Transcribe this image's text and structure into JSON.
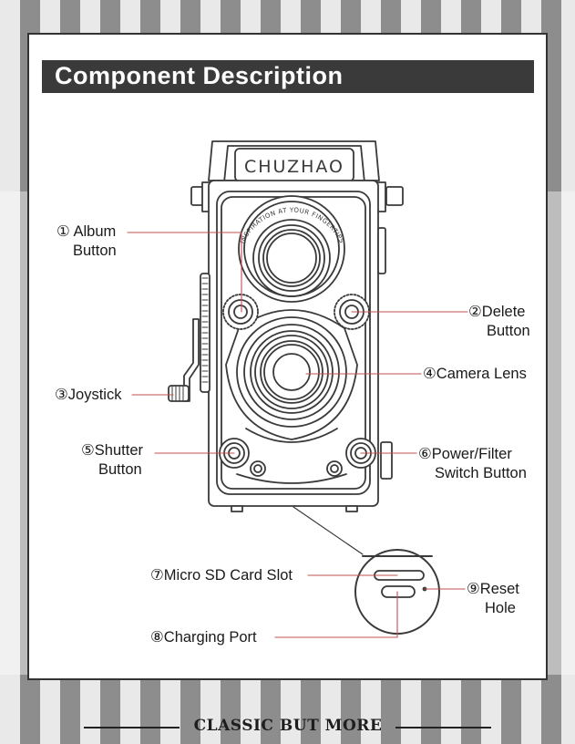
{
  "title": "Component Description",
  "brand": "CHUZHAO",
  "lens_ring_text": "INSPIRATION AT YOUR FINGERTIPS",
  "labels": {
    "album_1": "① Album",
    "album_2": "Button",
    "delete_1": "②Delete",
    "delete_2": "Button",
    "joystick": "③Joystick",
    "camera_lens": "④Camera Lens",
    "shutter_1": "⑤Shutter",
    "shutter_2": "Button",
    "power_1": "⑥Power/Filter",
    "power_2": "Switch Button",
    "micro_sd": "⑦Micro SD Card Slot",
    "charging": "⑧Charging Port",
    "reset_1": "⑨Reset",
    "reset_2": "Hole"
  },
  "footer": "CLASSIC BUT MORE",
  "colors": {
    "callout_line": "#c0504d",
    "title_bar": "#3a3a3a",
    "ink": "#3a3a3a"
  }
}
